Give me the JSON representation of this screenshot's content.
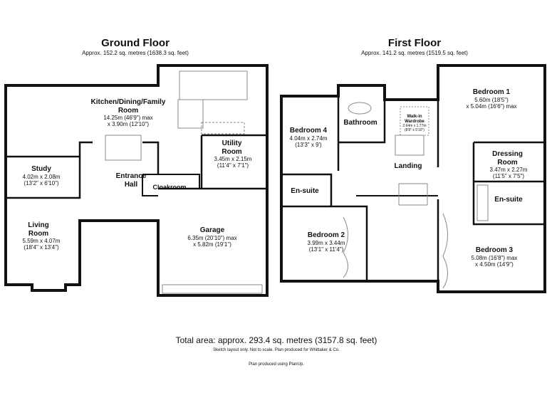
{
  "ground_floor": {
    "title": "Ground Floor",
    "area": "Approx. 152.2 sq. metres (1638.3 sq. feet)",
    "rooms": [
      {
        "name": "Kitchen/Dining/Family Room",
        "dims": [
          "14.25m (46'9\") max",
          "x 3.90m (12'10\")"
        ]
      },
      {
        "name": "Study",
        "dims": [
          "4.02m x 2.08m",
          "(13'2\" x 6'10\")"
        ]
      },
      {
        "name": "Entrance Hall",
        "dims": []
      },
      {
        "name": "Cloakroom",
        "dims": []
      },
      {
        "name": "Utility Room",
        "dims": [
          "3.45m x 2.15m",
          "(11'4\" x 7'1\")"
        ]
      },
      {
        "name": "Living Room",
        "dims": [
          "5.59m x 4.07m",
          "(18'4\" x 13'4\")"
        ]
      },
      {
        "name": "Garage",
        "dims": [
          "6.35m (20'10\") max",
          "x 5.82m (19'1\")"
        ]
      }
    ]
  },
  "first_floor": {
    "title": "First Floor",
    "area": "Approx. 141.2 sq. metres (1519.5 sq. feet)",
    "rooms": [
      {
        "name": "Bedroom 1",
        "dims": [
          "5.60m (18'5\")",
          "x 5.04m (16'6\") max"
        ]
      },
      {
        "name": "Bedroom 4",
        "dims": [
          "4.04m x 2.74m",
          "(13'3\" x 9')"
        ]
      },
      {
        "name": "Bathroom",
        "dims": []
      },
      {
        "name": "Walk-in Wardrobe",
        "dims": [
          "2.64m x 1.77m",
          "(8'8\" x 5'10\")"
        ]
      },
      {
        "name": "Landing",
        "dims": []
      },
      {
        "name": "Dressing Room",
        "dims": [
          "3.47m x 2.27m",
          "(11'5\" x 7'5\")"
        ]
      },
      {
        "name": "En-suite",
        "dims": []
      },
      {
        "name": "En-suite",
        "dims": []
      },
      {
        "name": "Bedroom 2",
        "dims": [
          "3.99m x 3.44m",
          "(13'1\" x 11'4\")"
        ]
      },
      {
        "name": "Bedroom 3",
        "dims": [
          "5.08m (16'8\") max",
          "x 4.50m (14'9\")"
        ]
      }
    ]
  },
  "footer": {
    "total": "Total area: approx. 293.4 sq. metres (3157.8 sq. feet)",
    "note": "Sketch layout only. Not to scale. Plan produced for Whittaker & Co.",
    "credit": "Plan produced using PlanUp."
  }
}
